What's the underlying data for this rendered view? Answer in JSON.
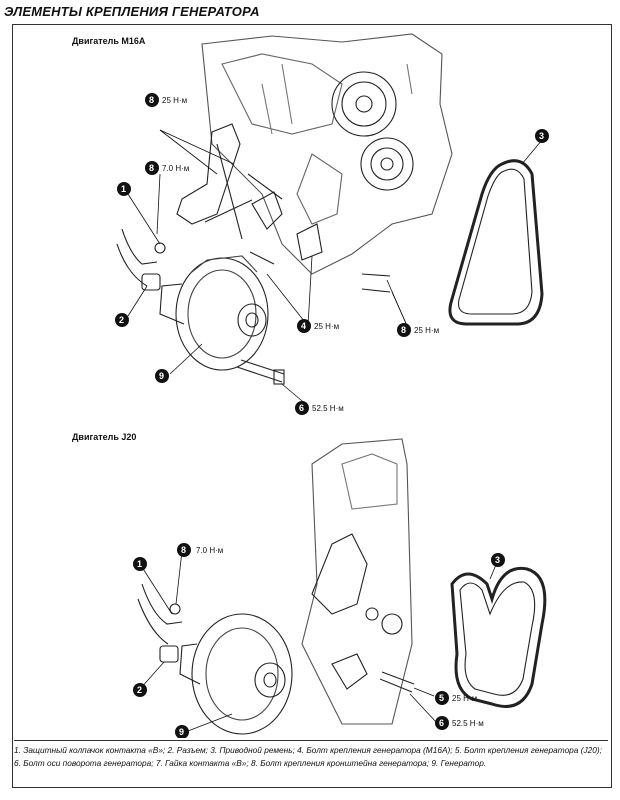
{
  "title": "ЭЛЕМЕНТЫ КРЕПЛЕНИЯ ГЕНЕРАТОРА",
  "sections": {
    "top": {
      "label": "Двигатель M16A"
    },
    "bottom": {
      "label": "Двигатель J20"
    }
  },
  "callouts_top": [
    {
      "num": "8",
      "torque": "25 Н·м"
    },
    {
      "num": "8",
      "torque": "7.0 Н·м"
    },
    {
      "num": "1",
      "torque": ""
    },
    {
      "num": "2",
      "torque": ""
    },
    {
      "num": "3",
      "torque": ""
    },
    {
      "num": "4",
      "torque": "25 Н·м"
    },
    {
      "num": "8",
      "torque": "25 Н·м"
    },
    {
      "num": "9",
      "torque": ""
    },
    {
      "num": "6",
      "torque": "52.5 Н·м"
    }
  ],
  "callouts_bottom": [
    {
      "num": "8",
      "torque": "7.0 Н·м"
    },
    {
      "num": "1",
      "torque": ""
    },
    {
      "num": "3",
      "torque": ""
    },
    {
      "num": "2",
      "torque": ""
    },
    {
      "num": "5",
      "torque": "25 Н·м"
    },
    {
      "num": "6",
      "torque": "52.5 Н·м"
    },
    {
      "num": "9",
      "torque": ""
    }
  ],
  "caption": "1. Защитный колпачок контакта «В»; 2. Разъем; 3. Приводной ремень; 4. Болт крепления генератора (M16A); 5. Болт крепления генератора (J20); 6. Болт оси поворота генератора; 7. Гайка контакта «В»; 8. Болт крепления кронштейна генератора; 9. Генератор."
}
